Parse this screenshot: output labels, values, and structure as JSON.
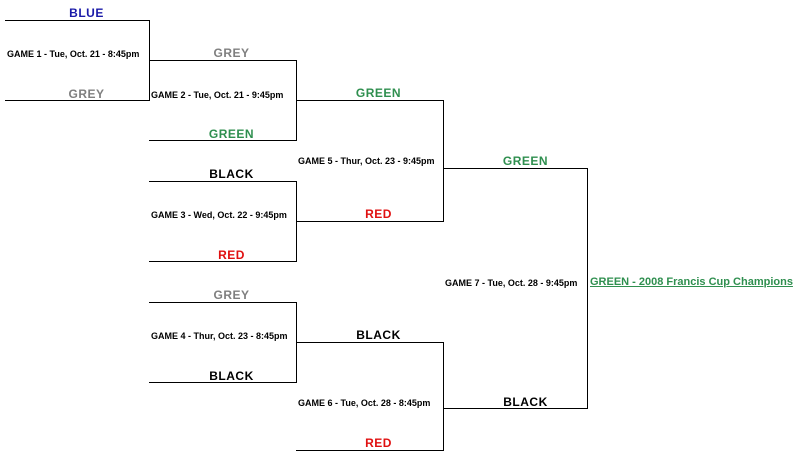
{
  "colors": {
    "blue": "#1a1aa8",
    "grey": "#7f7f7f",
    "green": "#2f8f4f",
    "black": "#000000",
    "red": "#e01010"
  },
  "round1": {
    "game1": {
      "top_team": "BLUE",
      "label": "GAME 1 - Tue, Oct. 21 - 8:45pm",
      "bottom_team": "GREY"
    }
  },
  "round2": {
    "game2": {
      "top_team": "GREY",
      "label": "GAME 2 - Tue, Oct. 21 - 9:45pm",
      "bottom_team": "GREEN"
    },
    "game3": {
      "top_team": "BLACK",
      "label": "GAME 3 - Wed, Oct. 22 - 9:45pm",
      "bottom_team": "RED"
    },
    "game4": {
      "top_team": "GREY",
      "label": "GAME 4 - Thur, Oct. 23 - 8:45pm",
      "bottom_team": "BLACK"
    }
  },
  "round3": {
    "game5": {
      "top_team": "GREEN",
      "label": "GAME 5 - Thur, Oct. 23 - 9:45pm",
      "bottom_team": "RED"
    },
    "game6": {
      "top_team": "BLACK",
      "label": "GAME 6 - Tue, Oct. 28 - 8:45pm",
      "bottom_team": "RED"
    }
  },
  "final": {
    "game7": {
      "top_team": "GREEN",
      "label": "GAME 7 - Tue, Oct. 28 - 9:45pm",
      "bottom_team": "BLACK"
    }
  },
  "champion": {
    "text": "GREEN - 2008 Francis Cup Champions"
  }
}
